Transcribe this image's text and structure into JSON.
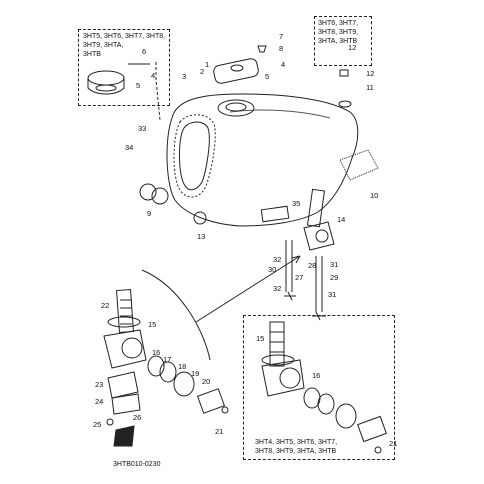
{
  "diagram": {
    "callouts": {
      "c1": "1",
      "c2": "2",
      "c3": "3",
      "c4a": "4",
      "c4b": "4",
      "c5a": "5",
      "c5b": "5",
      "c6": "6",
      "c7": "7",
      "c8": "8",
      "c9": "9",
      "c10": "10",
      "c11": "11",
      "c12a": "12",
      "c12b": "12",
      "c13": "13",
      "c14": "14",
      "c15a": "15",
      "c15b": "15",
      "c16a": "16",
      "c16b": "16",
      "c17": "17",
      "c18": "18",
      "c19": "19",
      "c20": "20",
      "c21a": "21",
      "c21b": "21",
      "c22": "22",
      "c23": "23",
      "c24": "24",
      "c25": "25",
      "c26": "26",
      "c27": "27",
      "c28": "28",
      "c29": "29",
      "c30": "30",
      "c31a": "31",
      "c31b": "31",
      "c32a": "32",
      "c32b": "32",
      "c33": "33",
      "c34": "34",
      "c35": "35"
    },
    "notes": {
      "top_left": "3HT5, 3HT6, 3HT7, 3HT8,\n3HT9, 3HTA,\n3HTB",
      "top_right": "3HT6, 3HT7,\n3HT8, 3HT9,\n3HTA, 3HTB",
      "bottom_right": "3HT4, 3HT5, 3HT6, 3HT7,\n3HT8, 3HT9, 3HTA, 3HTB"
    },
    "figure_code": "3HTB010-0230"
  }
}
